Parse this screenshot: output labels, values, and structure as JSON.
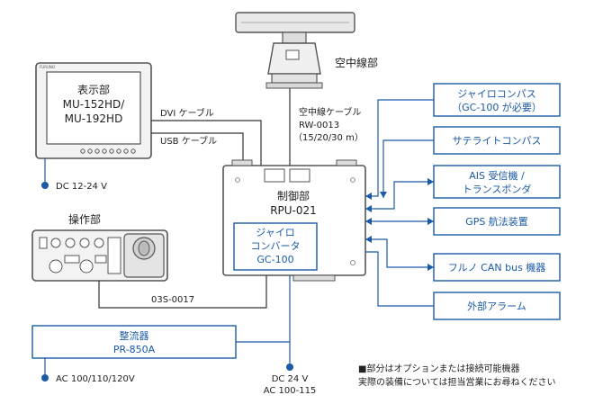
{
  "antenna": {
    "label": "空中線部"
  },
  "display": {
    "lines": [
      "表示部",
      "MU-152HD/",
      "MU-192HD"
    ],
    "brand": "FURUNO"
  },
  "control_unit": {
    "lines": [
      "制御部",
      "RPU-021"
    ]
  },
  "gyro_converter": {
    "lines": [
      "ジャイロ",
      "コンバータ",
      "GC-100"
    ]
  },
  "operation": {
    "label": "操作部"
  },
  "rectifier": {
    "lines": [
      "整流器",
      "PR-850A"
    ]
  },
  "cables": {
    "dvi": "DVI ケーブル",
    "usb": "USB ケーブル",
    "antenna_cable": [
      "空中線ケーブル",
      "RW-0013",
      "（15/20/30 m）"
    ],
    "op_cable": "03S-0017"
  },
  "power": {
    "display": "DC 12-24 V",
    "rectifier": "AC 100/110/120V",
    "control": [
      "DC 24 V",
      "AC 100-115"
    ]
  },
  "external": [
    {
      "lines": [
        "ジャイロコンパス",
        "（GC-100 が必要）"
      ]
    },
    {
      "lines": [
        "サテライトコンパス"
      ]
    },
    {
      "lines": [
        "AIS 受信機 /",
        "トランスポンダ"
      ]
    },
    {
      "lines": [
        "GPS 航法装置"
      ]
    },
    {
      "lines": [
        "フルノ CAN bus 機器"
      ]
    },
    {
      "lines": [
        "外部アラーム"
      ]
    }
  ],
  "notes": [
    "■部分はオプションまたは接続可能機器",
    "実際の装備については担当営業にお尋ねください"
  ],
  "colors": {
    "blue": "#1b5aa6",
    "line": "#333333",
    "device": "#555555"
  }
}
